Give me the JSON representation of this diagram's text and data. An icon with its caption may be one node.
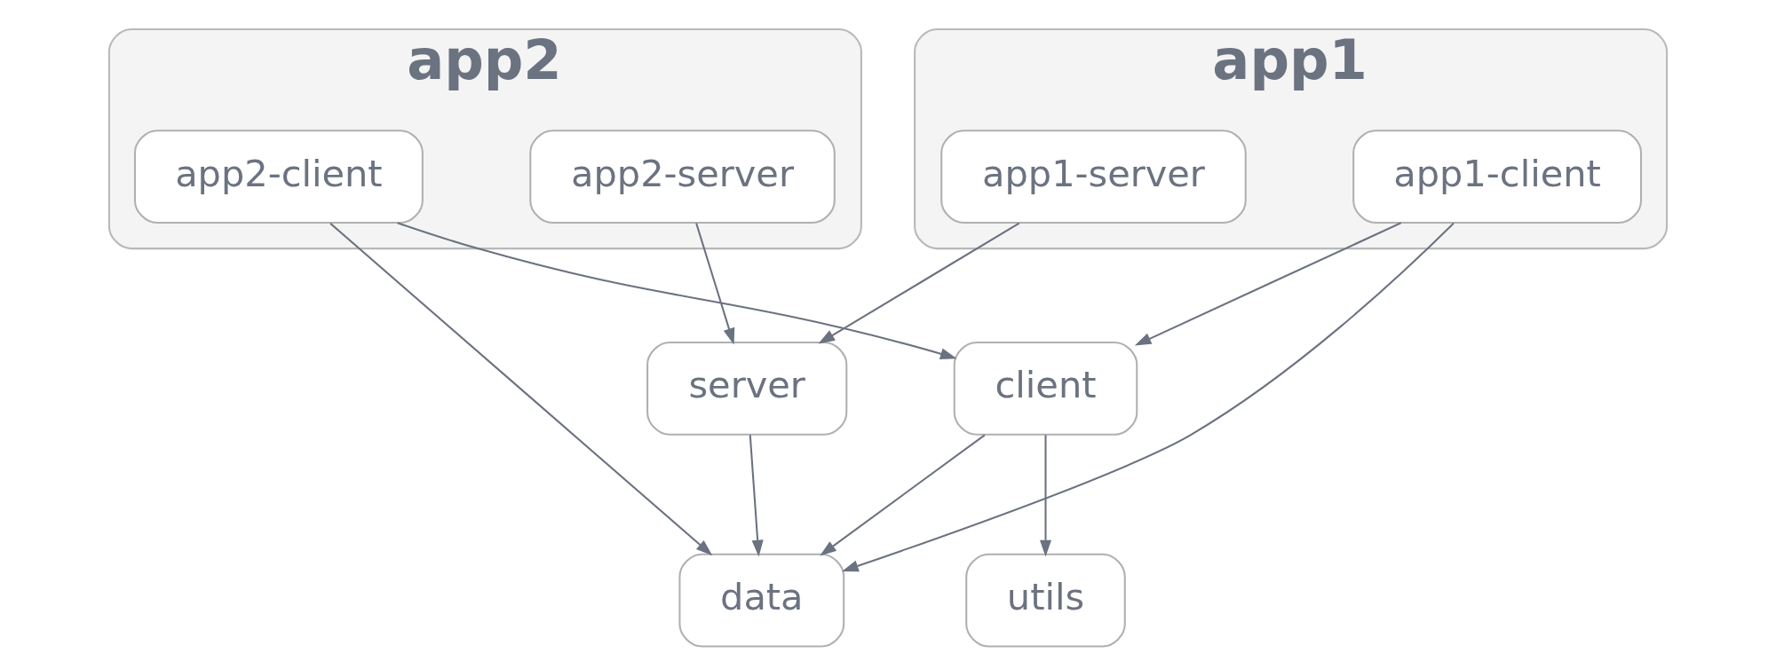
{
  "diagram": {
    "nodes": [
      {
        "text": [
          "app1"
        ]
      },
      {
        "text": [
          "app1-client"
        ],
        "in": 0
      },
      {
        "text": [
          "app1-server"
        ],
        "in": 0
      },
      {
        "text": [
          "app2"
        ]
      },
      {
        "text": [
          "app2-client"
        ],
        "in": 3
      },
      {
        "text": [
          "app2-server"
        ],
        "in": 3
      },
      {
        "text": [
          "client"
        ]
      },
      {
        "text": [
          "server"
        ]
      },
      {
        "text": [
          "data"
        ]
      },
      {
        "text": [
          "utils"
        ]
      }
    ],
    "edges": [
      {
        "from": 1,
        "to": 8,
        "arrow": "to"
      },
      {
        "from": 1,
        "to": 6,
        "arrow": "to"
      },
      {
        "from": 2,
        "to": 7,
        "arrow": "to"
      },
      {
        "from": 4,
        "to": 6,
        "arrow": "to"
      },
      {
        "from": 4,
        "to": 8,
        "arrow": "to"
      },
      {
        "from": 5,
        "to": 7,
        "arrow": "to"
      },
      {
        "from": 6,
        "to": 8,
        "arrow": "to"
      },
      {
        "from": 6,
        "to": 9,
        "arrow": "to"
      },
      {
        "from": 7,
        "to": 8,
        "arrow": "to"
      }
    ]
  }
}
